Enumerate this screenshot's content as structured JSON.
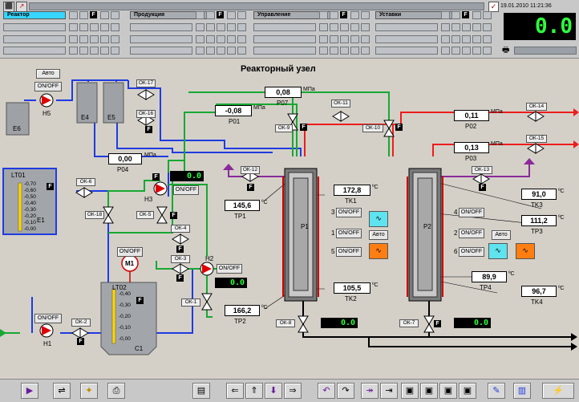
{
  "top": {
    "datetime": "19.01.2010 11:21:36",
    "digital_value": "0.0",
    "headers": [
      "Реактор",
      "Продукция",
      "Управление",
      "Уставки"
    ],
    "f": "F"
  },
  "title": "Реакторный узел",
  "pressures": {
    "p07": {
      "value": "0,08",
      "unit": "МПа",
      "label": "P07"
    },
    "p01": {
      "value": "-0,08",
      "unit": "МПа",
      "label": "P01"
    },
    "p04": {
      "value": "0,00",
      "unit": "МПа",
      "label": "P04"
    },
    "p02": {
      "value": "0,11",
      "unit": "МПа",
      "label": "P02"
    },
    "p03": {
      "value": "0,13",
      "unit": "МПа",
      "label": "P03"
    }
  },
  "temps": {
    "tk1": {
      "value": "172,8",
      "unit": "ºC",
      "label": "TK1"
    },
    "tp1": {
      "value": "145,6",
      "unit": "ºC",
      "label": "TP1"
    },
    "tk2": {
      "value": "105,5",
      "unit": "ºC",
      "label": "TK2"
    },
    "tp2": {
      "value": "166,2",
      "unit": "ºC",
      "label": "TP2"
    },
    "tk3": {
      "value": "91,0",
      "unit": "ºC",
      "label": "TK3"
    },
    "tp3": {
      "value": "111,2",
      "unit": "ºC",
      "label": "TP3"
    },
    "tp4": {
      "value": "89,9",
      "unit": "ºC",
      "label": "TP4"
    },
    "tk4": {
      "value": "96,7",
      "unit": "ºC",
      "label": "TK4"
    }
  },
  "valves": [
    "ОК-17",
    "ОК-16",
    "ОК-11",
    "ОК-9",
    "ОК-10",
    "ОК-14",
    "ОК-15",
    "ОК-12",
    "ОК-13",
    "ОК-6",
    "ОК-18",
    "ОК-5",
    "ОК-4",
    "ОК-3",
    "ОК-1",
    "ОК-2",
    "ОК-8",
    "ОК-7"
  ],
  "tanks": {
    "e6": "E6",
    "e4": "E4",
    "e5": "E5",
    "e1": "E1",
    "c1": "C1",
    "lt01": "LT01",
    "lt02": "LT02"
  },
  "pumps": {
    "h5": "H5",
    "h3": "H3",
    "h2": "H2",
    "h1": "H1",
    "m1": "M1"
  },
  "reactors": {
    "p1": "P1",
    "p2": "P2"
  },
  "lt01_scale": [
    "0,70",
    "0,60",
    "0,50",
    "0,40",
    "0,30",
    "0,20",
    "0,10",
    "0,00"
  ],
  "lt02_scale": [
    "0,40",
    "0,30",
    "0,20",
    "0,10",
    "0,00"
  ],
  "buttons": {
    "auto": "Авто",
    "onoff": "ON/OFF"
  },
  "heater_numbers": [
    "3",
    "1",
    "5",
    "4",
    "2",
    "6"
  ],
  "digital_small": "0.0"
}
